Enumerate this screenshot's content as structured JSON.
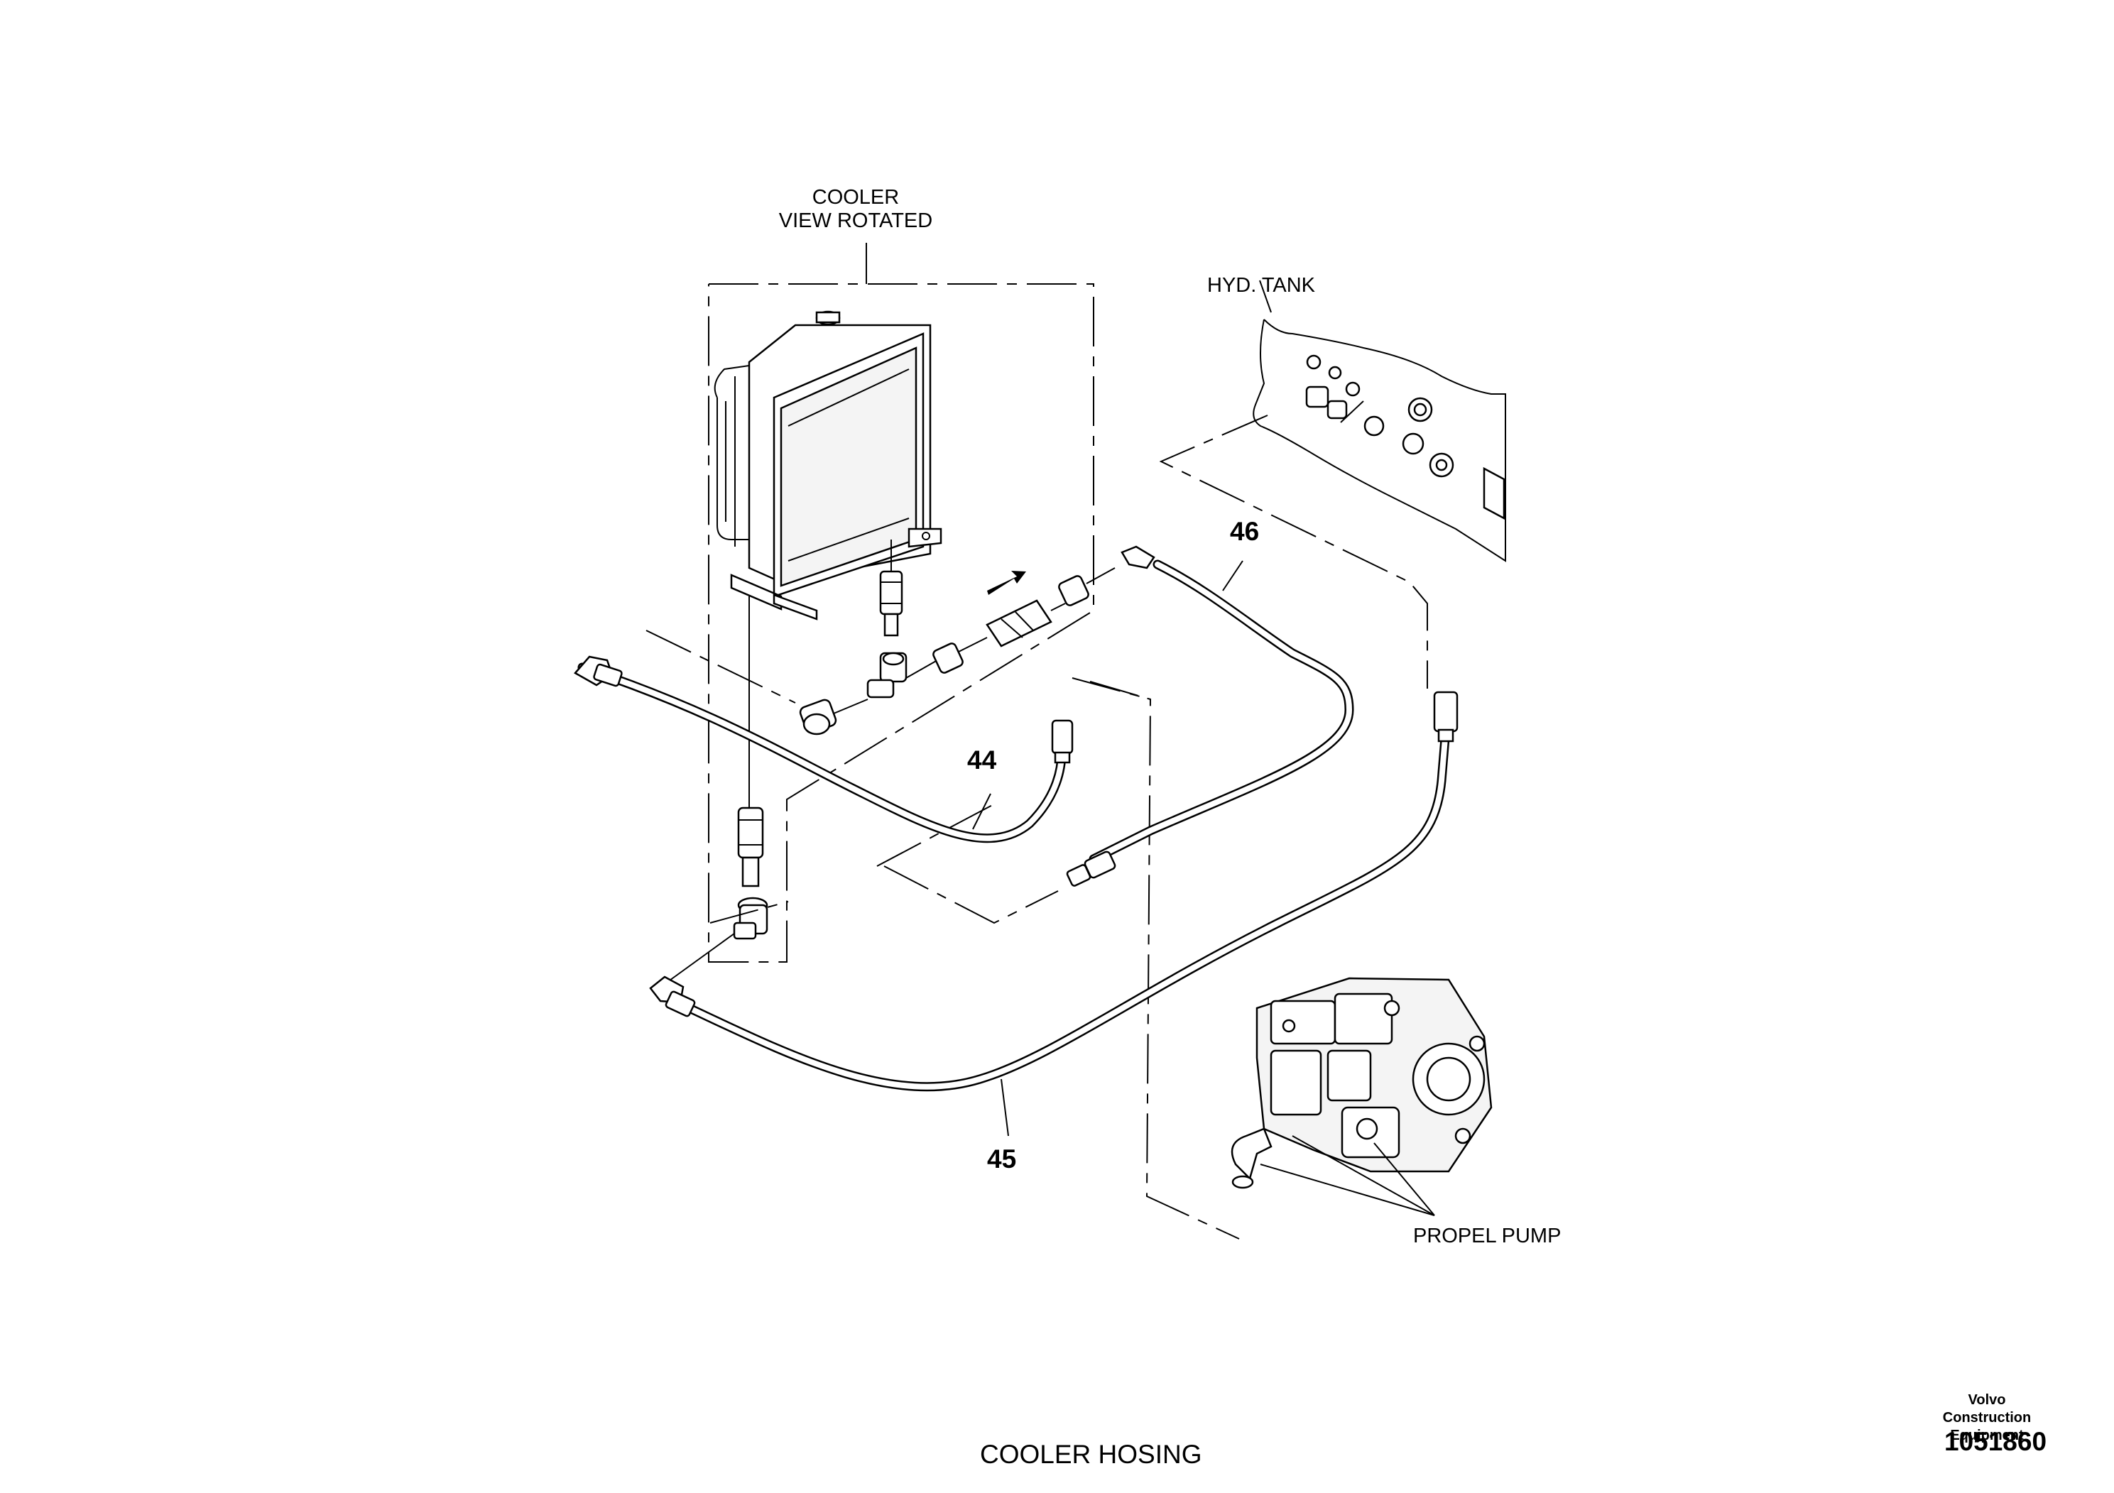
{
  "labels": {
    "cooler_line1": "COOLER",
    "cooler_line2": "VIEW ROTATED",
    "hyd_tank": "HYD. TANK",
    "propel_pump": "PROPEL PUMP"
  },
  "item_numbers": {
    "hose_44": "44",
    "hose_45": "45",
    "hose_46": "46"
  },
  "footer": {
    "title": "COOLER HOSING",
    "brand_line1": "Volvo Construction",
    "brand_line2": "Equipment",
    "document_number": "1051860"
  }
}
